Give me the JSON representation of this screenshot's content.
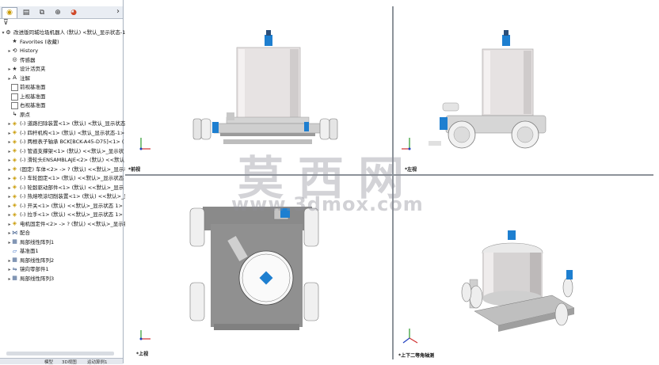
{
  "feature_manager": {
    "more_label": "›",
    "filter_icon": "filter-icon",
    "tree": [
      {
        "label": "改进版同城垃圾机器人 (默认) <默认_显示状态-1>",
        "icon": "assembly",
        "level": 0,
        "expand": "▾"
      },
      {
        "label": "Favorites (收藏)",
        "icon": "folder",
        "level": 1,
        "expand": ""
      },
      {
        "label": "History",
        "icon": "history",
        "level": 1,
        "expand": "▸"
      },
      {
        "label": "传感器",
        "icon": "sensor",
        "level": 1,
        "expand": ""
      },
      {
        "label": "设计活页夹",
        "icon": "folder",
        "level": 1,
        "expand": "▸"
      },
      {
        "label": "注解",
        "icon": "annotation",
        "level": 1,
        "expand": "▸"
      },
      {
        "label": "前视基准面",
        "icon": "plane",
        "level": 1,
        "expand": ""
      },
      {
        "label": "上视基准面",
        "icon": "plane",
        "level": 1,
        "expand": ""
      },
      {
        "label": "右视基准面",
        "icon": "plane",
        "level": 1,
        "expand": ""
      },
      {
        "label": "原点",
        "icon": "origin",
        "level": 1,
        "expand": ""
      },
      {
        "label": "(-) 道路扫除装置<1> (默认) <默认_显示状态",
        "icon": "part",
        "level": 1,
        "expand": "▸"
      },
      {
        "label": "(-) 四杆机构<1> (默认) <默认_显示状态-1>",
        "icon": "part",
        "level": 1,
        "expand": "▸"
      },
      {
        "label": "(-) 两根表子轴承 BCK[BCK-A45-D75]<1> (",
        "icon": "part",
        "level": 1,
        "expand": "▸"
      },
      {
        "label": "(-) 管道支撑架<1> (默认) <<默认>_显示状",
        "icon": "part",
        "level": 1,
        "expand": "▸"
      },
      {
        "label": "(-) 滑轮头ENSAMBLAJE<2> (默认) <<默认",
        "icon": "part",
        "level": 1,
        "expand": "▸"
      },
      {
        "label": "(固定) 车体<2> -> ? (默认) <<默认>_显示状",
        "icon": "part",
        "level": 1,
        "expand": "▸"
      },
      {
        "label": "(-) 车轮固定<1> (默认) <<默认>_显示状态",
        "icon": "part",
        "level": 1,
        "expand": "▸"
      },
      {
        "label": "(-) 轮毂驱动部件<1> (默认) <<默认>_显示",
        "icon": "part",
        "level": 1,
        "expand": "▸"
      },
      {
        "label": "(-) 热熔喷涂切削装置<1> (默认) <<默认>_显",
        "icon": "part",
        "level": 1,
        "expand": "▸"
      },
      {
        "label": "(-) 开关<1> (默认) <<默认>_显示状态 1>",
        "icon": "part",
        "level": 1,
        "expand": "▸"
      },
      {
        "label": "(-) 拉手<1> (默认) <<默认>_显示状态 1>",
        "icon": "part",
        "level": 1,
        "expand": "▸"
      },
      {
        "label": "电机固定件<2> -> ? (默认) <<默认>_显示状",
        "icon": "part",
        "level": 1,
        "expand": "▸"
      },
      {
        "label": "配合",
        "icon": "mates",
        "level": 1,
        "expand": "▸"
      },
      {
        "label": "局部线性阵列1",
        "icon": "pattern",
        "level": 1,
        "expand": "▸"
      },
      {
        "label": "基准面1",
        "icon": "plane-blue",
        "level": 1,
        "expand": ""
      },
      {
        "label": "局部线性阵列2",
        "icon": "pattern",
        "level": 1,
        "expand": "▸"
      },
      {
        "label": "镜向零部件1",
        "icon": "mirror",
        "level": 1,
        "expand": "▸"
      },
      {
        "label": "局部线性阵列3",
        "icon": "pattern",
        "level": 1,
        "expand": "▸"
      }
    ],
    "bottom_tabs": [
      "模型",
      "3D视图",
      "运动算例1"
    ]
  },
  "viewports": {
    "front": {
      "label": "*前视"
    },
    "left": {
      "label": "*左视"
    },
    "top": {
      "label": "*上视"
    },
    "iso": {
      "label": "*上下二等角轴测"
    }
  },
  "watermark": {
    "cn": "莫西网",
    "url": "www.3dmox.com"
  },
  "colors": {
    "body": "#dcdcdc",
    "accent_blue": "#1e7fd0",
    "part_yellow": "#c99a00",
    "divider": "#8d939a"
  }
}
